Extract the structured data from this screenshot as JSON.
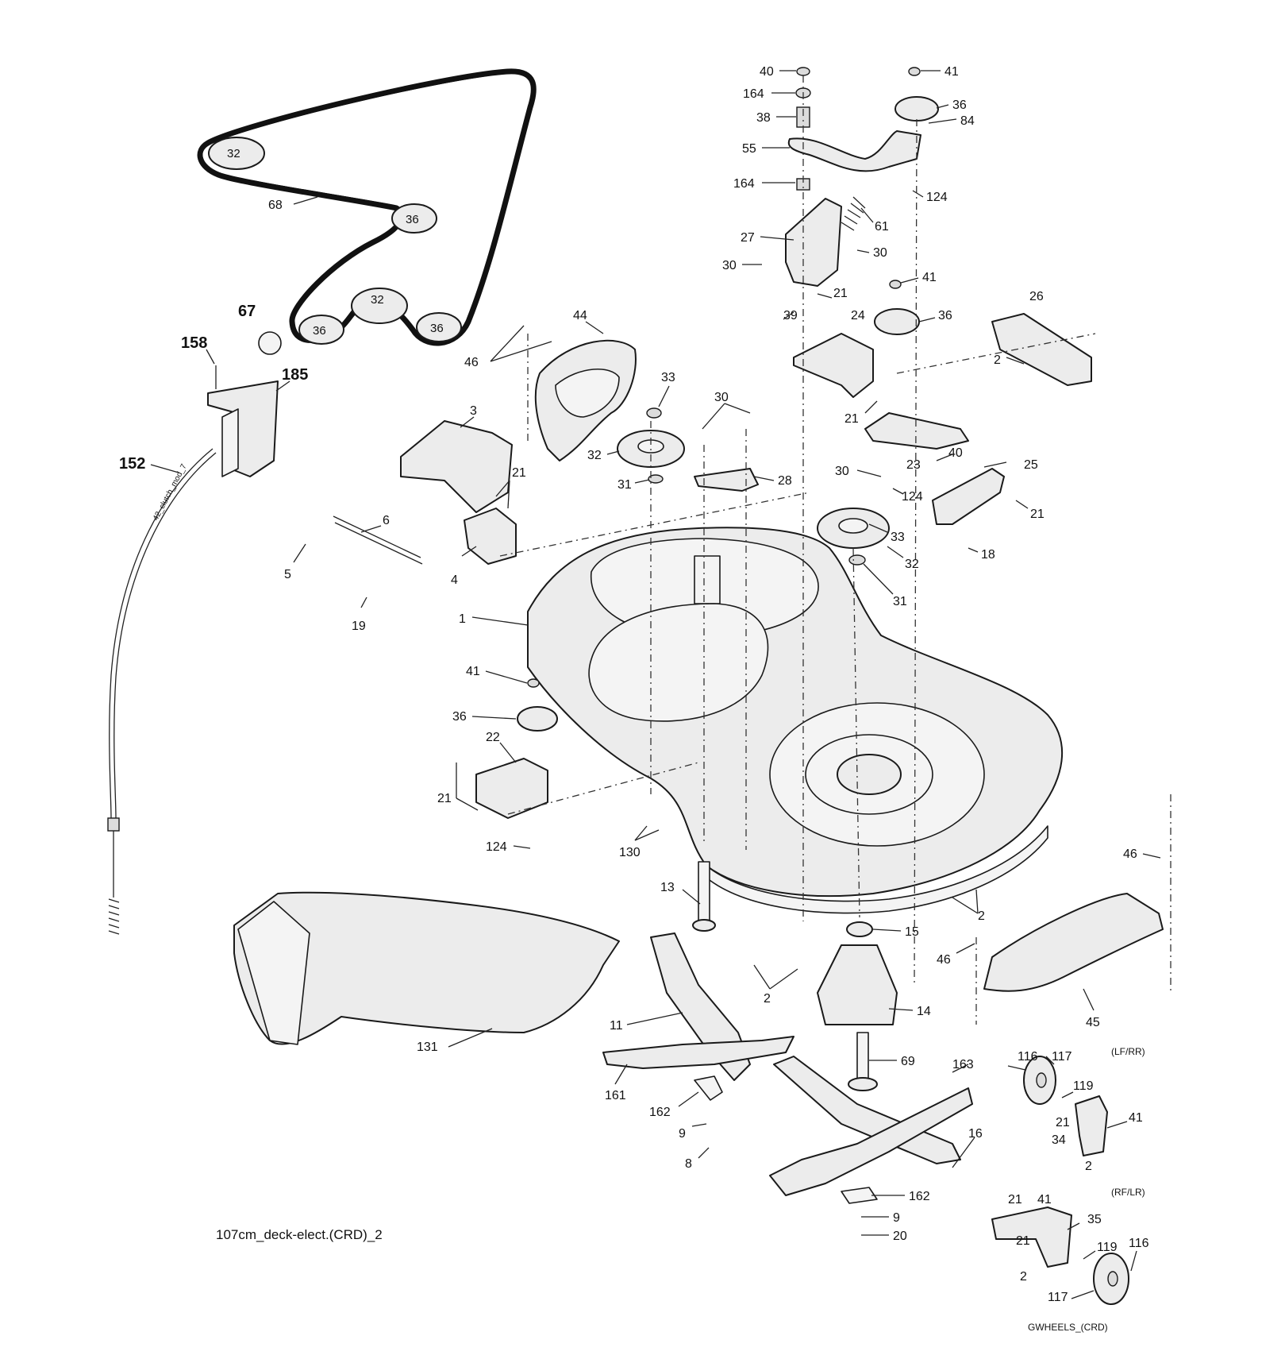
{
  "diagram": {
    "caption": "107cm_deck-elect.(CRD)_2",
    "wheel_caption": "GWHEELS_(CRD)",
    "wheel_variant_labels": [
      "(LF/RR)",
      "(RF/LR)"
    ],
    "cable_marking": "42_clutch_mod_7",
    "belt_pulley_labels": [
      "32",
      "36",
      "32",
      "36",
      "36"
    ],
    "callouts": [
      "40",
      "41",
      "164",
      "36",
      "38",
      "84",
      "55",
      "164",
      "124",
      "61",
      "27",
      "30",
      "30",
      "21",
      "41",
      "39",
      "36",
      "24",
      "26",
      "2",
      "21",
      "23",
      "40",
      "25",
      "30",
      "124",
      "21",
      "18",
      "33",
      "32",
      "31",
      "68",
      "67",
      "158",
      "185",
      "152",
      "46",
      "44",
      "3",
      "33",
      "30",
      "32",
      "31",
      "28",
      "21",
      "6",
      "4",
      "5",
      "19",
      "1",
      "41",
      "36",
      "22",
      "21",
      "124",
      "130",
      "13",
      "2",
      "11",
      "131",
      "161",
      "162",
      "9",
      "8",
      "15",
      "14",
      "69",
      "163",
      "16",
      "162",
      "9",
      "20",
      "46",
      "2",
      "46",
      "45",
      "116",
      "117",
      "119",
      "21",
      "34",
      "41",
      "2",
      "21",
      "41",
      "35",
      "21",
      "119",
      "116",
      "2",
      "117"
    ],
    "bold_callouts": [
      "67",
      "158",
      "185",
      "152"
    ]
  }
}
